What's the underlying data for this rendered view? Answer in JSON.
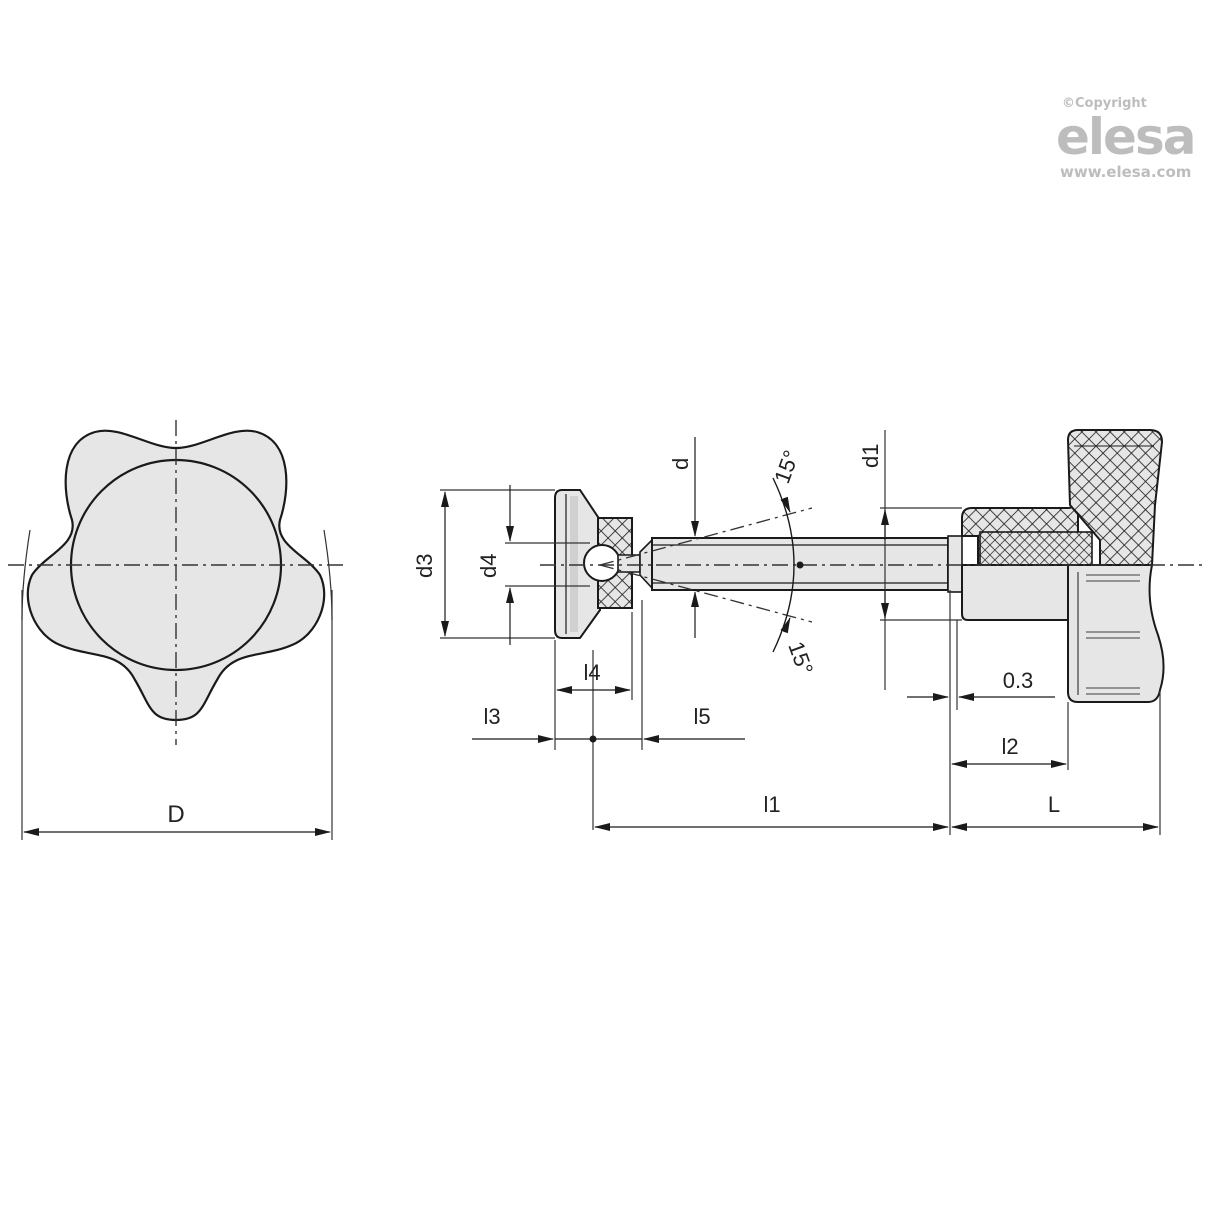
{
  "logo": {
    "copyright": "©Copyright",
    "brand": "elesa",
    "url": "www.elesa.com",
    "color": "#bdbdbd"
  },
  "colors": {
    "line": "#1a1a1a",
    "fill": "#e6e6e6",
    "background": "#ffffff"
  },
  "front_view": {
    "dimension_label": "D"
  },
  "side_view": {
    "labels": {
      "d3": "d3",
      "d4": "d4",
      "d": "d",
      "d1": "d1",
      "angle_top": "15°",
      "angle_bottom": "15°",
      "l4": "l4",
      "l3": "l3",
      "l5": "l5",
      "gap": "0.3",
      "l2": "l2",
      "l1": "l1",
      "L": "L"
    }
  }
}
